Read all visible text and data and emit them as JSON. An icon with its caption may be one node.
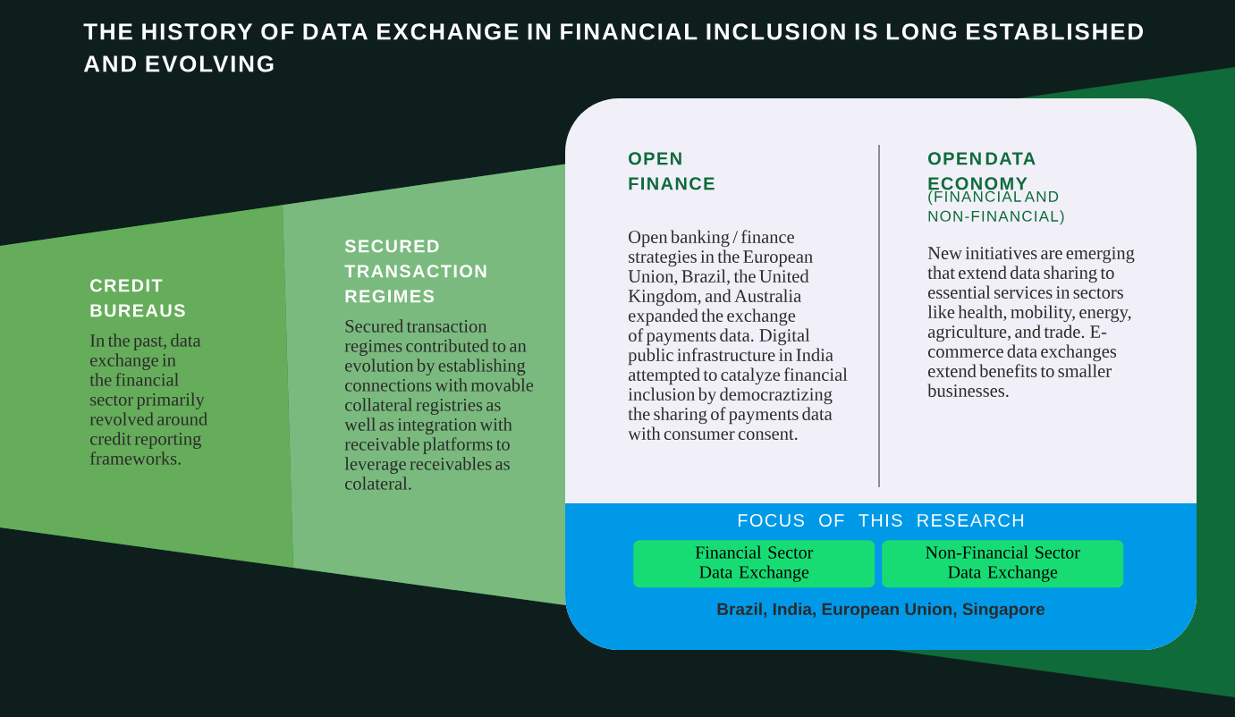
{
  "diagram": {
    "title": "THE HISTORY OF DATA EXCHANGE IN FINANCIAL INCLUSION IS LONG ESTABLISHED AND EVOLVING",
    "nodes": [
      {
        "text": [
          "CREDIT BUREAUS",
          "In the past, data exchange in the financial sector primarily revolved around credit reporting frameworks."
        ]
      },
      {
        "text": [
          "SECURED TRANSACTION REGIMES",
          "Secured transaction regimes contributed to an evolution by establishing connections with movable collateral registries as well as integration with receivable platforms to leverage receivables as colateral."
        ]
      },
      {
        "text": [],
        "shape": "box"
      },
      {
        "text": [
          "OPEN FINANCE",
          "Open banking / finance strategies in the European Union, Brazil, the United Kingdom, and Australia expanded the exchange of payments data. Digital public infrastructure in India attempted to catalyze financial inclusion by democraztizing the sharing of payments data with consumer consent."
        ],
        "in": 2
      },
      {
        "text": [
          "OPEN DATA ECONOMY",
          "(FINANCIAL AND NON-FINANCIAL)",
          "New initiatives are emerging that extend data sharing to essential services in sectors like health, mobility, energy, agriculture, and trade. E-commerce data exchanges extend benefits to smaller businesses."
        ],
        "in": 2
      },
      {
        "text": [
          "FOCUS OF THIS RESEARCH",
          "Brazil, India, European Union, Singapore"
        ],
        "in": 2
      },
      {
        "text": [
          "Financial Sector Data Exchange"
        ],
        "in": 5
      },
      {
        "text": [
          "Non-Financial Sector Data Exchange"
        ],
        "in": 5
      }
    ]
  }
}
